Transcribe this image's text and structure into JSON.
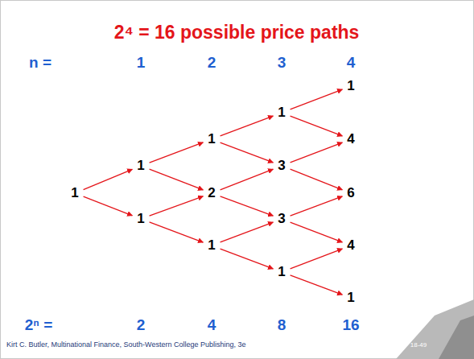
{
  "diagram": {
    "title": "2⁴ = 16 possible price paths",
    "nodes": [
      {
        "text": [
          "1"
        ]
      },
      {
        "text": [
          "1"
        ]
      },
      {
        "text": [
          "1"
        ]
      },
      {
        "text": [
          "1"
        ]
      },
      {
        "text": [
          "2"
        ]
      },
      {
        "text": [
          "1"
        ]
      },
      {
        "text": [
          "1"
        ]
      },
      {
        "text": [
          "3"
        ]
      },
      {
        "text": [
          "3"
        ]
      },
      {
        "text": [
          "1"
        ]
      },
      {
        "text": [
          "1"
        ]
      },
      {
        "text": [
          "4"
        ]
      },
      {
        "text": [
          "6"
        ]
      },
      {
        "text": [
          "4"
        ]
      },
      {
        "text": [
          "1"
        ]
      }
    ],
    "edges": [
      {
        "from": 0,
        "to": 1,
        "arrow": "to"
      },
      {
        "from": 0,
        "to": 2,
        "arrow": "to"
      },
      {
        "from": 1,
        "to": 3,
        "arrow": "to"
      },
      {
        "from": 1,
        "to": 4,
        "arrow": "to"
      },
      {
        "from": 2,
        "to": 4,
        "arrow": "to"
      },
      {
        "from": 2,
        "to": 5,
        "arrow": "to"
      },
      {
        "from": 3,
        "to": 6,
        "arrow": "to"
      },
      {
        "from": 3,
        "to": 7,
        "arrow": "to"
      },
      {
        "from": 4,
        "to": 7,
        "arrow": "to"
      },
      {
        "from": 4,
        "to": 8,
        "arrow": "to"
      },
      {
        "from": 5,
        "to": 8,
        "arrow": "to"
      },
      {
        "from": 5,
        "to": 9,
        "arrow": "to"
      },
      {
        "from": 6,
        "to": 10,
        "arrow": "to"
      },
      {
        "from": 6,
        "to": 11,
        "arrow": "to"
      },
      {
        "from": 7,
        "to": 11,
        "arrow": "to"
      },
      {
        "from": 7,
        "to": 12,
        "arrow": "to"
      },
      {
        "from": 8,
        "to": 12,
        "arrow": "to"
      },
      {
        "from": 8,
        "to": 13,
        "arrow": "to"
      },
      {
        "from": 9,
        "to": 13,
        "arrow": "to"
      },
      {
        "from": 9,
        "to": 14,
        "arrow": "to"
      }
    ],
    "labels": [
      "n =",
      "1",
      "2",
      "3",
      "4",
      "2ⁿ =",
      "2",
      "4",
      "8",
      "16",
      "Kirt C. Butler, Multinational Finance, South-Western College Publishing, 3e",
      "18-49"
    ]
  }
}
